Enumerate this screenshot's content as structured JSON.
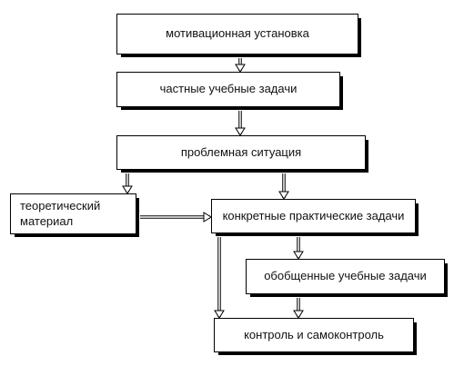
{
  "diagram": {
    "boxes": {
      "motivation": "мотивационная установка",
      "particular_tasks": "частные учебные задачи",
      "problem_situation": "проблемная ситуация",
      "theory_line1": "теоретический",
      "theory_line2": "материал",
      "concrete_tasks": "конкретные практические задачи",
      "general_tasks": "обобщенные учебные задачи",
      "control": "контроль и самоконтроль"
    },
    "arrow_style": "hollow",
    "colors": {
      "stroke": "#000000",
      "background": "#ffffff"
    }
  }
}
